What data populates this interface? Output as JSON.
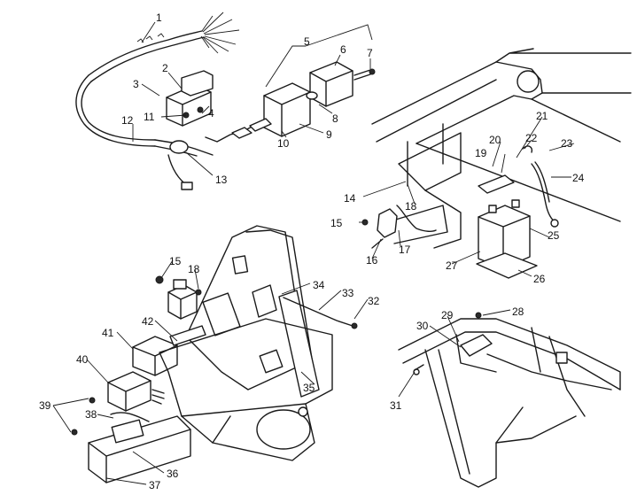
{
  "diagram": {
    "callouts": [
      {
        "id": "c1",
        "text": "1"
      },
      {
        "id": "c2",
        "text": "2"
      },
      {
        "id": "c3",
        "text": "3"
      },
      {
        "id": "c4",
        "text": "4"
      },
      {
        "id": "c5",
        "text": "5"
      },
      {
        "id": "c6",
        "text": "6"
      },
      {
        "id": "c7",
        "text": "7"
      },
      {
        "id": "c8",
        "text": "8"
      },
      {
        "id": "c9",
        "text": "9"
      },
      {
        "id": "c10",
        "text": "10"
      },
      {
        "id": "c11",
        "text": "11"
      },
      {
        "id": "c12",
        "text": "12"
      },
      {
        "id": "c13",
        "text": "13"
      },
      {
        "id": "c14",
        "text": "14"
      },
      {
        "id": "c15a",
        "text": "15"
      },
      {
        "id": "c16",
        "text": "16"
      },
      {
        "id": "c17",
        "text": "17"
      },
      {
        "id": "c18a",
        "text": "18"
      },
      {
        "id": "c19",
        "text": "19"
      },
      {
        "id": "c20",
        "text": "20"
      },
      {
        "id": "c21",
        "text": "21"
      },
      {
        "id": "c22",
        "text": "22"
      },
      {
        "id": "c23",
        "text": "23"
      },
      {
        "id": "c24",
        "text": "24"
      },
      {
        "id": "c25",
        "text": "25"
      },
      {
        "id": "c26",
        "text": "26"
      },
      {
        "id": "c27",
        "text": "27"
      },
      {
        "id": "c15b",
        "text": "15"
      },
      {
        "id": "c18b",
        "text": "18"
      },
      {
        "id": "c34",
        "text": "34"
      },
      {
        "id": "c33",
        "text": "33"
      },
      {
        "id": "c32",
        "text": "32"
      },
      {
        "id": "c42",
        "text": "42"
      },
      {
        "id": "c41",
        "text": "41"
      },
      {
        "id": "c40",
        "text": "40"
      },
      {
        "id": "c39",
        "text": "39"
      },
      {
        "id": "c38",
        "text": "38"
      },
      {
        "id": "c35",
        "text": "35"
      },
      {
        "id": "c36",
        "text": "36"
      },
      {
        "id": "c37",
        "text": "37"
      },
      {
        "id": "c28",
        "text": "28"
      },
      {
        "id": "c29",
        "text": "29"
      },
      {
        "id": "c30",
        "text": "30"
      },
      {
        "id": "c31",
        "text": "31"
      }
    ]
  }
}
